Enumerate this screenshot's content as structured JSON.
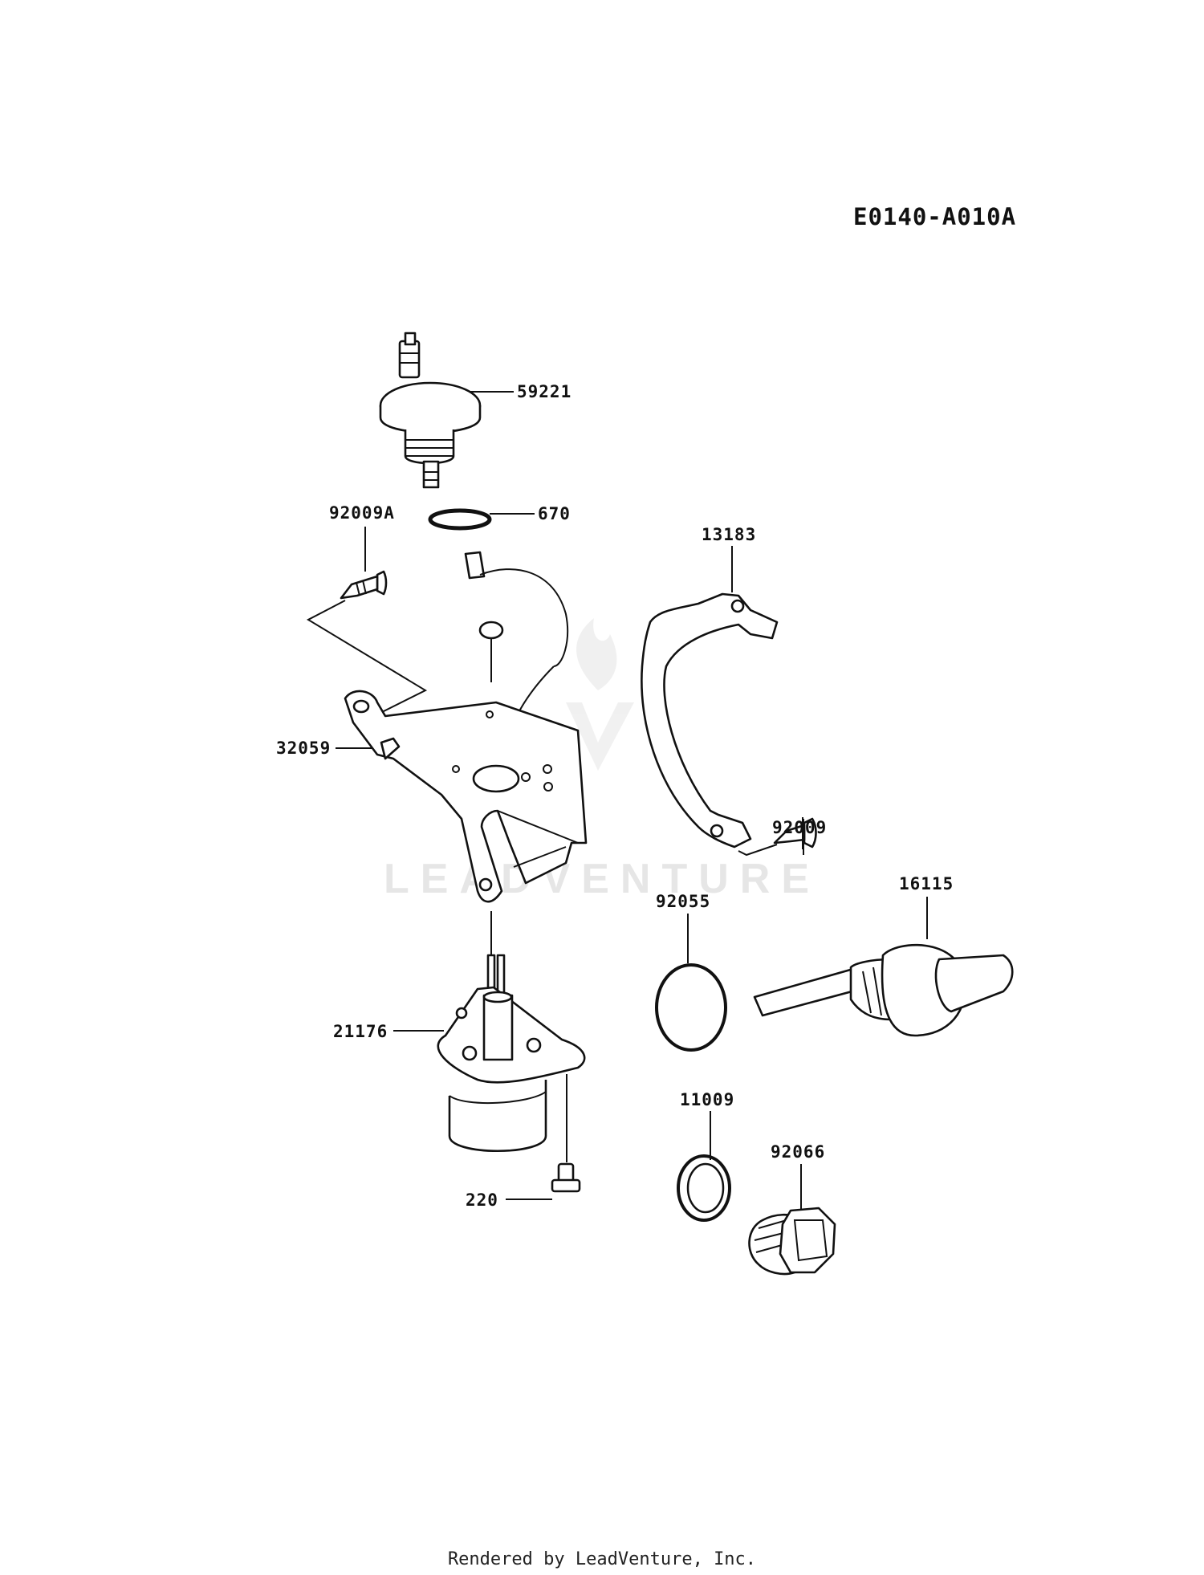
{
  "diagram_code": "E0140-A010A",
  "watermark": "LEADVENTURE",
  "footer": "Rendered by LeadVenture, Inc.",
  "parts": [
    {
      "id": "59221"
    },
    {
      "id": "670"
    },
    {
      "id": "92009A"
    },
    {
      "id": "13183"
    },
    {
      "id": "32059"
    },
    {
      "id": "92009"
    },
    {
      "id": "16115"
    },
    {
      "id": "92055"
    },
    {
      "id": "21176"
    },
    {
      "id": "11009"
    },
    {
      "id": "92066"
    },
    {
      "id": "220"
    }
  ]
}
